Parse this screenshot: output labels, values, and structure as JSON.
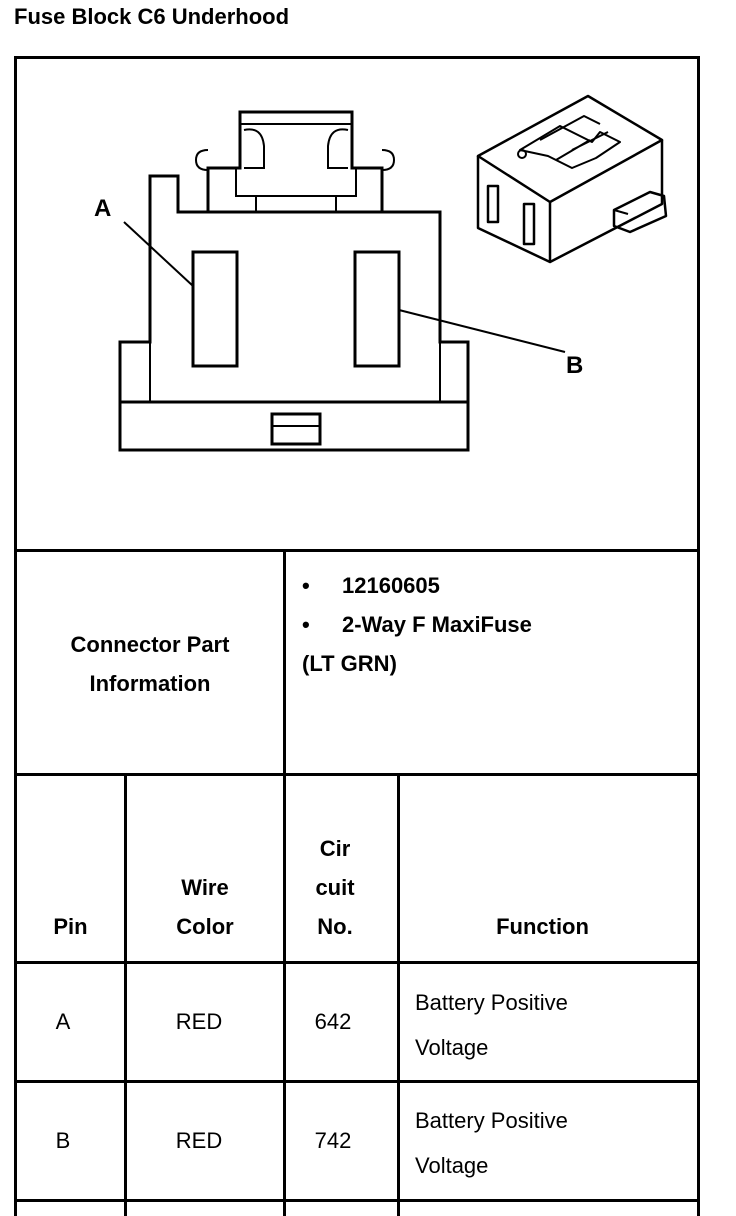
{
  "title": "Fuse Block C6 Underhood",
  "diagram": {
    "pin_label_a": "A",
    "pin_label_b": "B"
  },
  "connector_info": {
    "label_line1": "Connector Part",
    "label_line2": "Information",
    "bullet_symbol": "•",
    "items": [
      "12160605",
      "2-Way F MaxiFuse"
    ],
    "note": "(LT GRN)"
  },
  "table": {
    "headers": {
      "pin": "Pin",
      "wire_color_line1": "Wire",
      "wire_color_line2": "Color",
      "circuit_line1": "Cir",
      "circuit_line2": "cuit",
      "circuit_line3": "No.",
      "function": "Function"
    },
    "rows": [
      {
        "pin": "A",
        "wire_color": "RED",
        "circuit": "642",
        "function_line1": "Battery Positive",
        "function_line2": "Voltage"
      },
      {
        "pin": "B",
        "wire_color": "RED",
        "circuit": "742",
        "function_line1": "Battery Positive",
        "function_line2": "Voltage"
      }
    ]
  }
}
